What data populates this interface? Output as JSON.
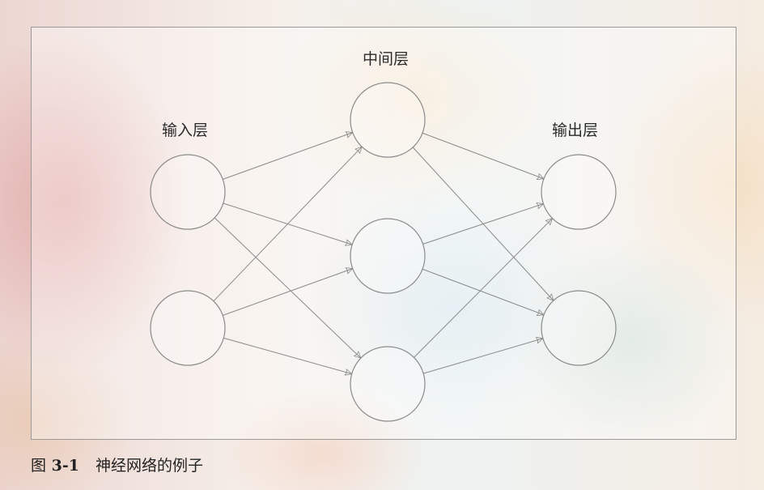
{
  "labels": {
    "input": "输入层",
    "hidden": "中间层",
    "output": "输出层"
  },
  "caption": {
    "prefix": "图",
    "number": "3-1",
    "title": "神经网络的例子"
  },
  "network": {
    "layers": [
      2,
      3,
      2
    ],
    "connections": "fully-connected"
  },
  "colors": {
    "frame": "#9a9a9a",
    "node_stroke": "#8a8a8a",
    "edge": "#8a8a8a"
  }
}
